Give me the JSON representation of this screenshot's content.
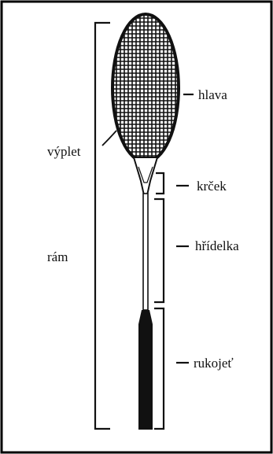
{
  "labels": {
    "head": "hlava",
    "strings": "výplet",
    "throat": "krček",
    "shaft": "hřídelka",
    "frame": "rám",
    "handle": "rukojeť"
  },
  "colors": {
    "ink": "#111111",
    "background": "#ffffff",
    "border": "#000000"
  }
}
